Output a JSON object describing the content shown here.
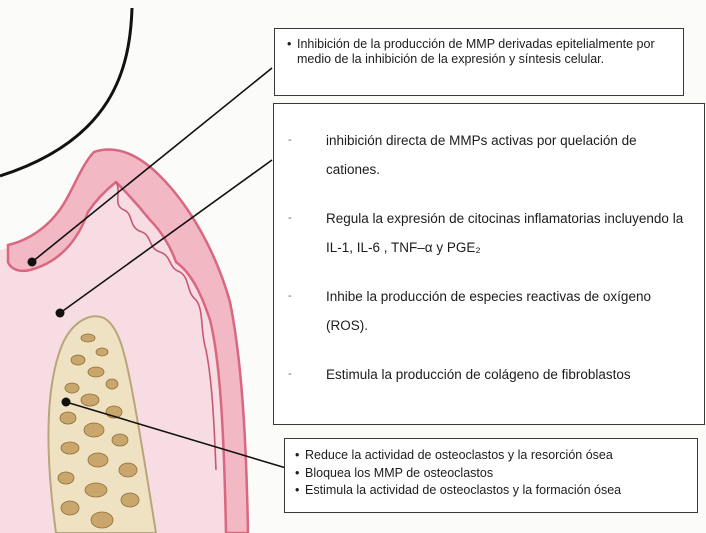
{
  "box_top": {
    "items": [
      "Inhibición de la producción de MMP derivadas epitelialmente por medio de la inhibición de la expresión y síntesis celular."
    ]
  },
  "box_mid": {
    "items": [
      "inhibición directa de MMPs activas por quelación de cationes.",
      "Regula la expresión de citocinas inflamatorias incluyendo la IL-1, IL-6 , TNF–α y PGE₂",
      "Inhibe la producción de especies reactivas de oxígeno (ROS).",
      "Estimula la producción de colágeno de fibroblastos"
    ]
  },
  "box_bot": {
    "items": [
      "Reduce la actividad de osteoclastos y la resorción ósea",
      "Bloquea los MMP de osteoclastos",
      "Estimula la actividad de osteoclastos y la formación ósea"
    ]
  },
  "colors": {
    "gingiva_outer": "#d9677f",
    "gingiva_fill": "#f2b8c4",
    "connective_tissue": "#f7dde3",
    "bone_fill": "#efe2c2",
    "trabecula": "#c9a66b",
    "line": "#111111"
  }
}
